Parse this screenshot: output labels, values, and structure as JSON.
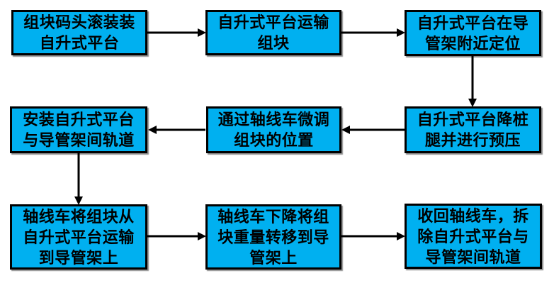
{
  "diagram": {
    "type": "flowchart",
    "colors": {
      "box_fill": "#00B0F0",
      "box_border": "#000000",
      "arrow": "#000000",
      "text": "#000000",
      "background": "#FFFFFF"
    },
    "steps": [
      {
        "id": 1,
        "text": "组块码头滚装装\n自升式平台"
      },
      {
        "id": 2,
        "text": "自升式平台运输\n组块"
      },
      {
        "id": 3,
        "text": "自升式平台在导\n管架附近定位"
      },
      {
        "id": 4,
        "text": "安装自升式平台\n与导管架间轨道"
      },
      {
        "id": 5,
        "text": "通过轴线车微调\n组块的位置"
      },
      {
        "id": 6,
        "text": "自升式平台降桩\n腿并进行预压"
      },
      {
        "id": 7,
        "text": "轴线车将组块从\n自升式平台运输\n到导管架上"
      },
      {
        "id": 8,
        "text": "轴线车下降将组\n块重量转移到导\n管架上"
      },
      {
        "id": 9,
        "text": "收回轴线车，拆\n除自升式平台与\n导管架间轨道"
      }
    ],
    "arrows": [
      {
        "from": 1,
        "to": 2,
        "direction": "right"
      },
      {
        "from": 2,
        "to": 3,
        "direction": "right"
      },
      {
        "from": 3,
        "to": 6,
        "direction": "down"
      },
      {
        "from": 6,
        "to": 5,
        "direction": "left"
      },
      {
        "from": 5,
        "to": 4,
        "direction": "left"
      },
      {
        "from": 4,
        "to": 7,
        "direction": "down"
      },
      {
        "from": 7,
        "to": 8,
        "direction": "right"
      },
      {
        "from": 8,
        "to": 9,
        "direction": "right"
      }
    ]
  }
}
